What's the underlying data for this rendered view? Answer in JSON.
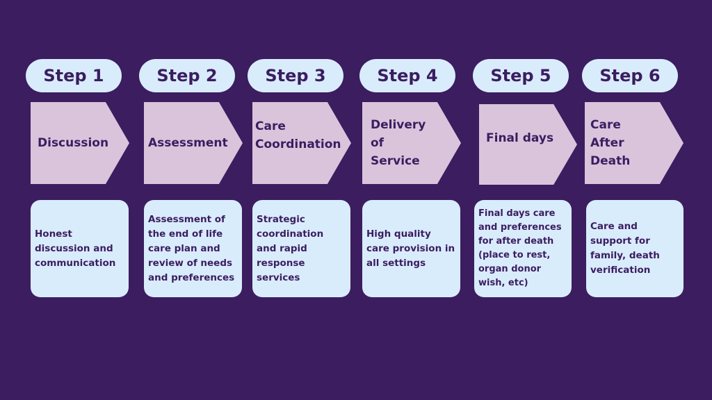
{
  "colors": {
    "background": "#3b1d60",
    "pill": "#d9ecfc",
    "arrow": "#dac4dc",
    "card": "#d9ecfc",
    "text": "#3b1d60"
  },
  "steps": [
    {
      "label": "Step 1",
      "title": "Discussion",
      "description": "Honest discussion and communication"
    },
    {
      "label": "Step 2",
      "title": "Assessment",
      "description": "Assessment of the end of life care plan and review of needs and preferences"
    },
    {
      "label": "Step 3",
      "title": "Care Coordination",
      "description": "Strategic coordination and rapid response services"
    },
    {
      "label": "Step 4",
      "title": "Delivery of Service",
      "description": "High quality care provision in all settings"
    },
    {
      "label": "Step 5",
      "title": "Final days",
      "description": "Final days care and preferences for after death (place to rest, organ donor wish, etc)"
    },
    {
      "label": "Step 6",
      "title": "Care After Death",
      "description": "Care and support for family, death verification"
    }
  ]
}
